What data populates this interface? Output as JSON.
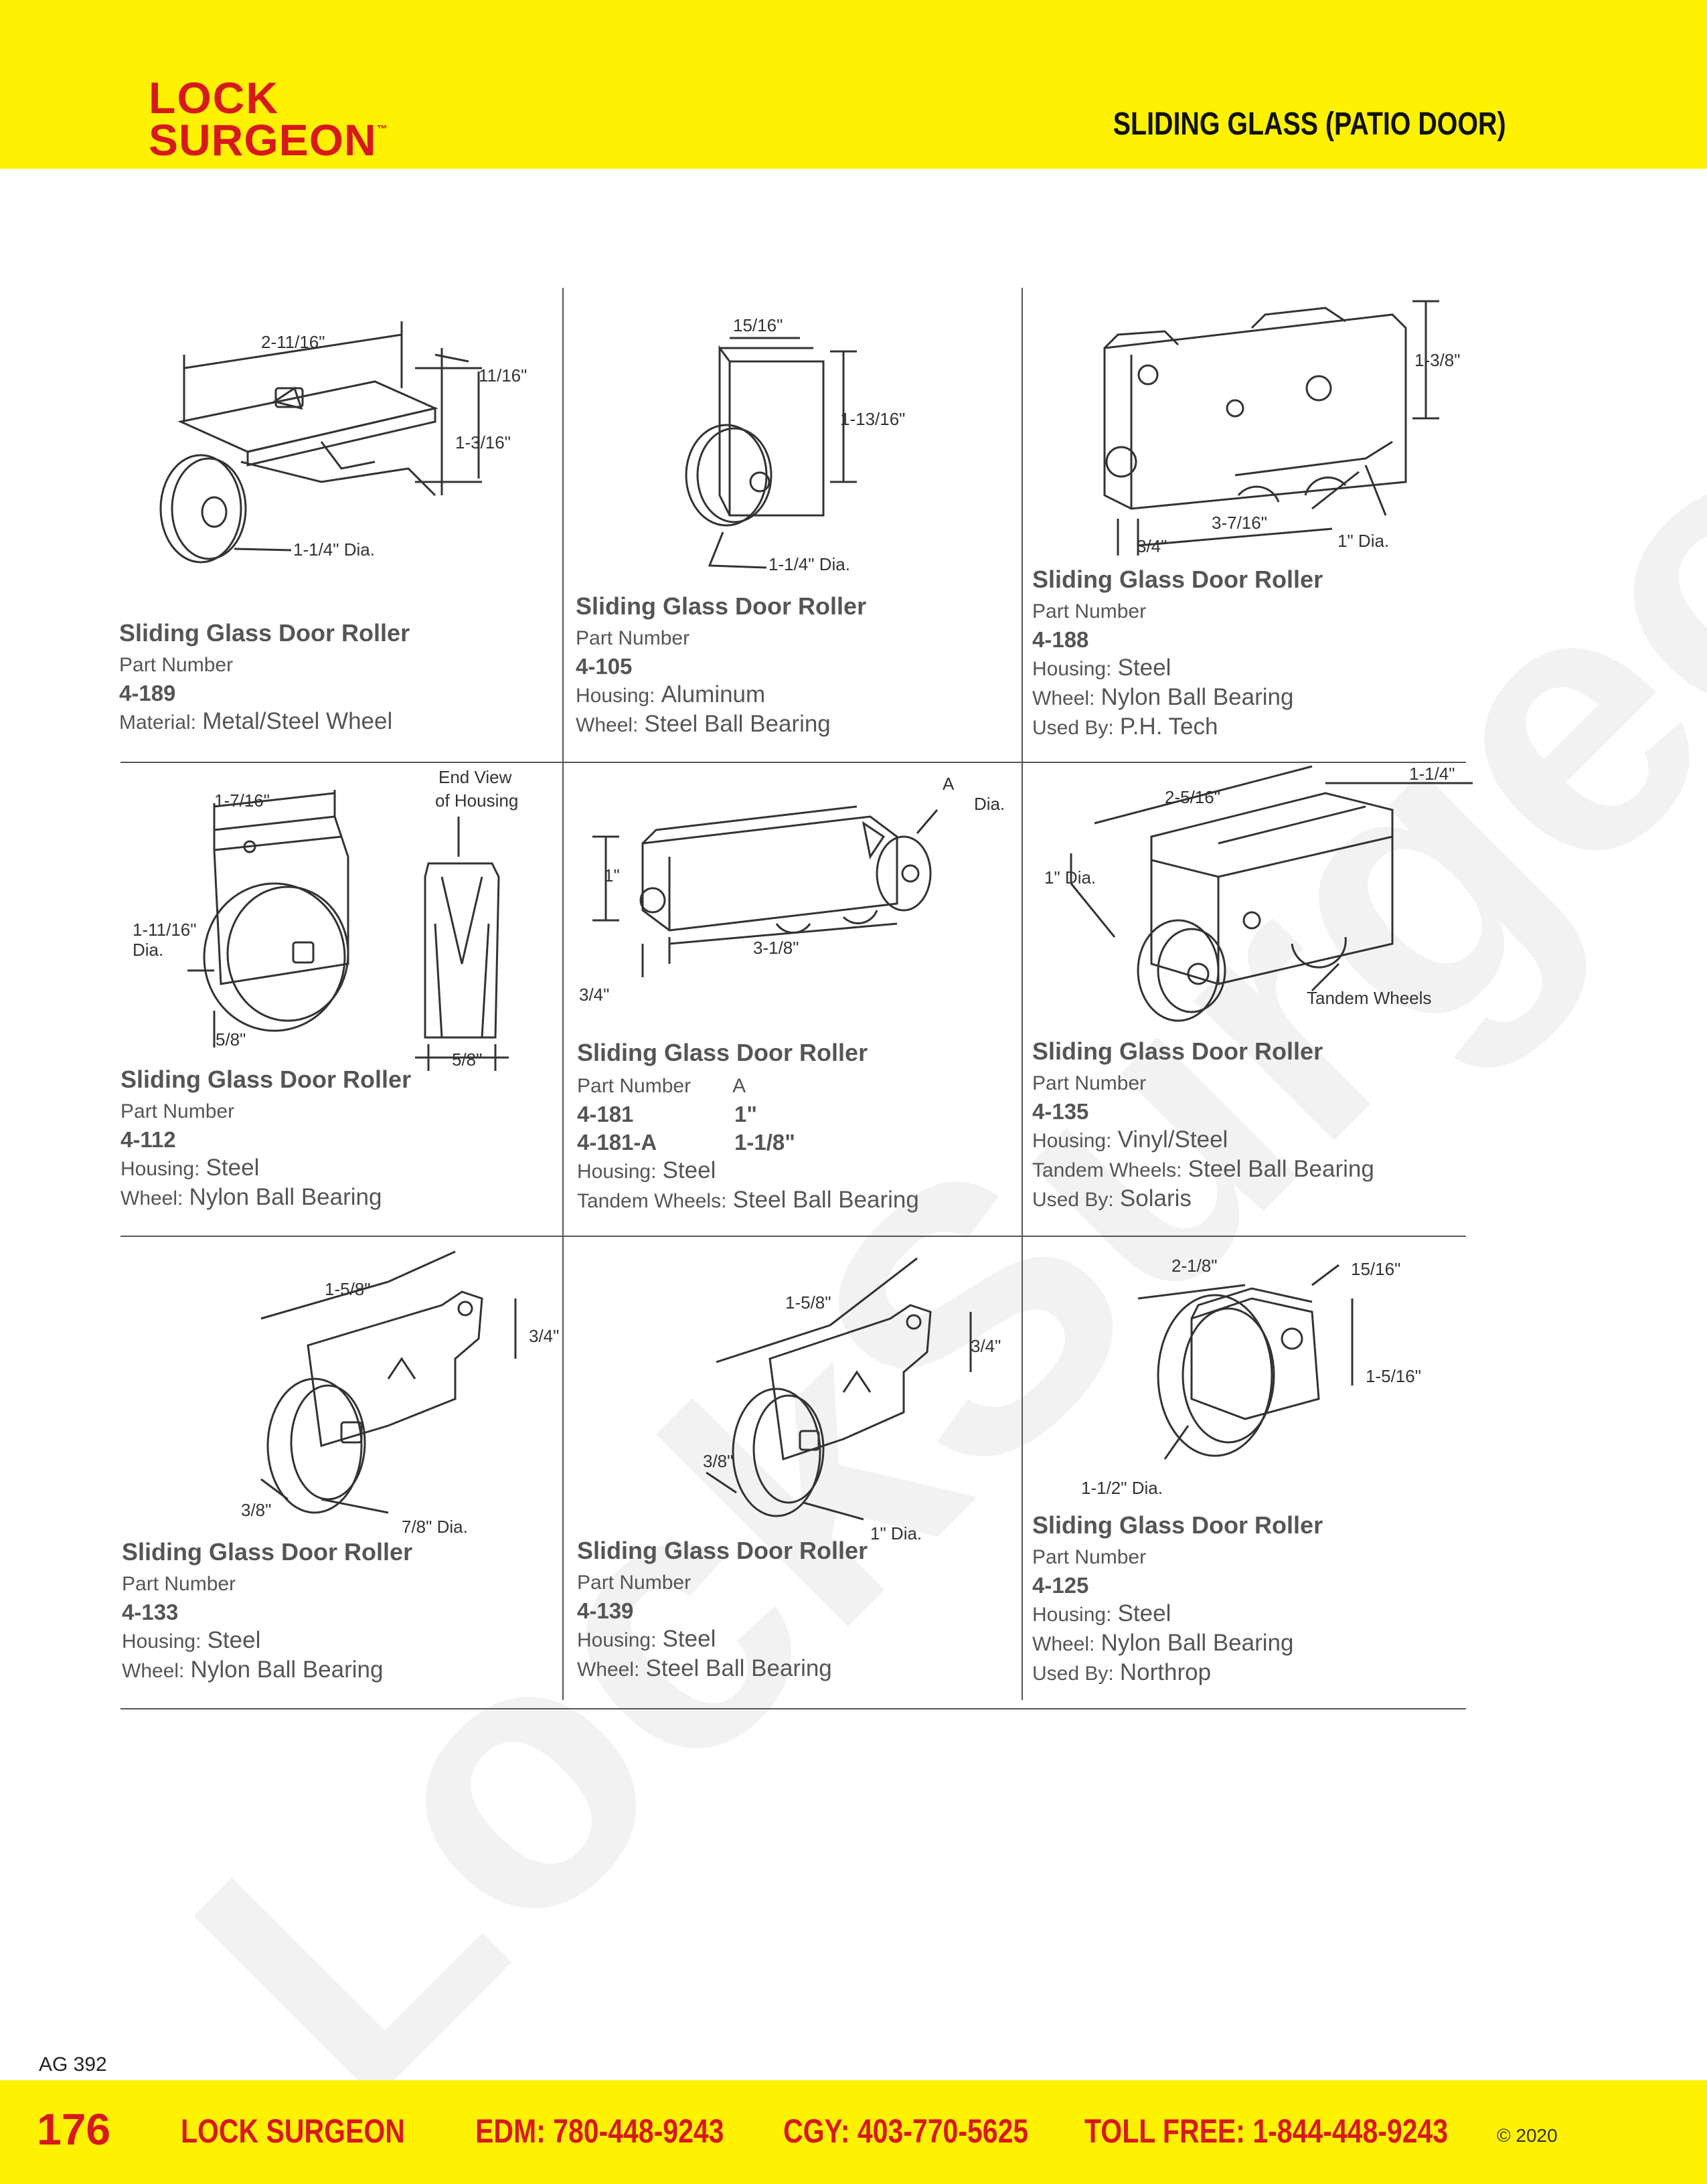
{
  "header": {
    "logo_line1": "LOCK",
    "logo_line2": "SURGEON",
    "logo_tm": "™",
    "page_title": "SLIDING GLASS (PATIO DOOR)",
    "background_color": "#fff200",
    "brand_color": "#d7191c"
  },
  "watermark": "LockSurgeon.com",
  "products": [
    {
      "title": "Sliding Glass Door Roller",
      "part_label": "Part Number",
      "part": "4-189",
      "specs": [
        {
          "label": "Material:",
          "value": "Metal/Steel Wheel"
        }
      ],
      "dims": [
        "2-11/16\"",
        "11/16\"",
        "1-3/16\"",
        "1-1/4\" Dia."
      ]
    },
    {
      "title": "Sliding Glass Door Roller",
      "part_label": "Part Number",
      "part": "4-105",
      "specs": [
        {
          "label": "Housing:",
          "value": "Aluminum"
        },
        {
          "label": "Wheel:",
          "value": "Steel Ball Bearing"
        }
      ],
      "dims": [
        "15/16\"",
        "1-13/16\"",
        "1-1/4\" Dia."
      ]
    },
    {
      "title": "Sliding Glass Door Roller",
      "part_label": "Part Number",
      "part": "4-188",
      "specs": [
        {
          "label": "Housing:",
          "value": "Steel"
        },
        {
          "label": "Wheel:",
          "value": "Nylon Ball Bearing"
        },
        {
          "label": "Used By:",
          "value": "P.H. Tech"
        }
      ],
      "dims": [
        "1-3/8\"",
        "3-7/16\"",
        "3/4\"",
        "1\" Dia."
      ]
    },
    {
      "title": "Sliding Glass Door Roller",
      "part_label": "Part Number",
      "part": "4-112",
      "specs": [
        {
          "label": "Housing:",
          "value": "Steel"
        },
        {
          "label": "Wheel:",
          "value": "Nylon Ball Bearing"
        }
      ],
      "dims": [
        "1-7/16\"",
        "1-11/16\"",
        "Dia.",
        "5/8\"",
        "End View",
        "of Housing",
        "5/8\""
      ]
    },
    {
      "title": "Sliding Glass Door Roller",
      "part_label": "Part Number",
      "col_a": "A",
      "parts": [
        {
          "part": "4-181",
          "a": "1\""
        },
        {
          "part": "4-181-A",
          "a": "1-1/8\""
        }
      ],
      "specs": [
        {
          "label": "Housing:",
          "value": "Steel"
        },
        {
          "label": "Tandem Wheels:",
          "value": "Steel Ball Bearing"
        }
      ],
      "dims": [
        "A",
        "Dia.",
        "1\"",
        "3-1/8\"",
        "3/4\""
      ]
    },
    {
      "title": "Sliding Glass Door Roller",
      "part_label": "Part Number",
      "part": "4-135",
      "specs": [
        {
          "label": "Housing:",
          "value": "Vinyl/Steel"
        },
        {
          "label": "Tandem Wheels:",
          "value": "Steel Ball Bearing"
        },
        {
          "label": "Used By:",
          "value": "Solaris"
        }
      ],
      "dims": [
        "2-5/16\"",
        "1-1/4\"",
        "1\" Dia.",
        "Tandem Wheels"
      ]
    },
    {
      "title": "Sliding Glass Door Roller",
      "part_label": "Part Number",
      "part": "4-133",
      "specs": [
        {
          "label": "Housing:",
          "value": "Steel"
        },
        {
          "label": "Wheel:",
          "value": "Nylon Ball Bearing"
        }
      ],
      "dims": [
        "1-5/8\"",
        "3/4\"",
        "3/8\"",
        "7/8\" Dia."
      ]
    },
    {
      "title": "Sliding Glass Door Roller",
      "part_label": "Part Number",
      "part": "4-139",
      "specs": [
        {
          "label": "Housing:",
          "value": "Steel"
        },
        {
          "label": "Wheel:",
          "value": "Steel Ball Bearing"
        }
      ],
      "dims": [
        "1-5/8\"",
        "3/4\"",
        "3/8\"",
        "1\" Dia."
      ]
    },
    {
      "title": "Sliding Glass Door Roller",
      "part_label": "Part Number",
      "part": "4-125",
      "specs": [
        {
          "label": "Housing:",
          "value": "Steel"
        },
        {
          "label": "Wheel:",
          "value": "Nylon Ball Bearing"
        },
        {
          "label": "Used By:",
          "value": "Northrop"
        }
      ],
      "dims": [
        "2-1/8\"",
        "15/16\"",
        "1-5/16\"",
        "1-1/2\" Dia."
      ]
    }
  ],
  "footer": {
    "catalog_code": "AG 392",
    "page_number": "176",
    "brand": "LOCK SURGEON",
    "edm": "EDM: 780-448-9243",
    "cgy": "CGY: 403-770-5625",
    "toll_free": "TOLL FREE: 1-844-448-9243",
    "copyright": "© 2020"
  }
}
